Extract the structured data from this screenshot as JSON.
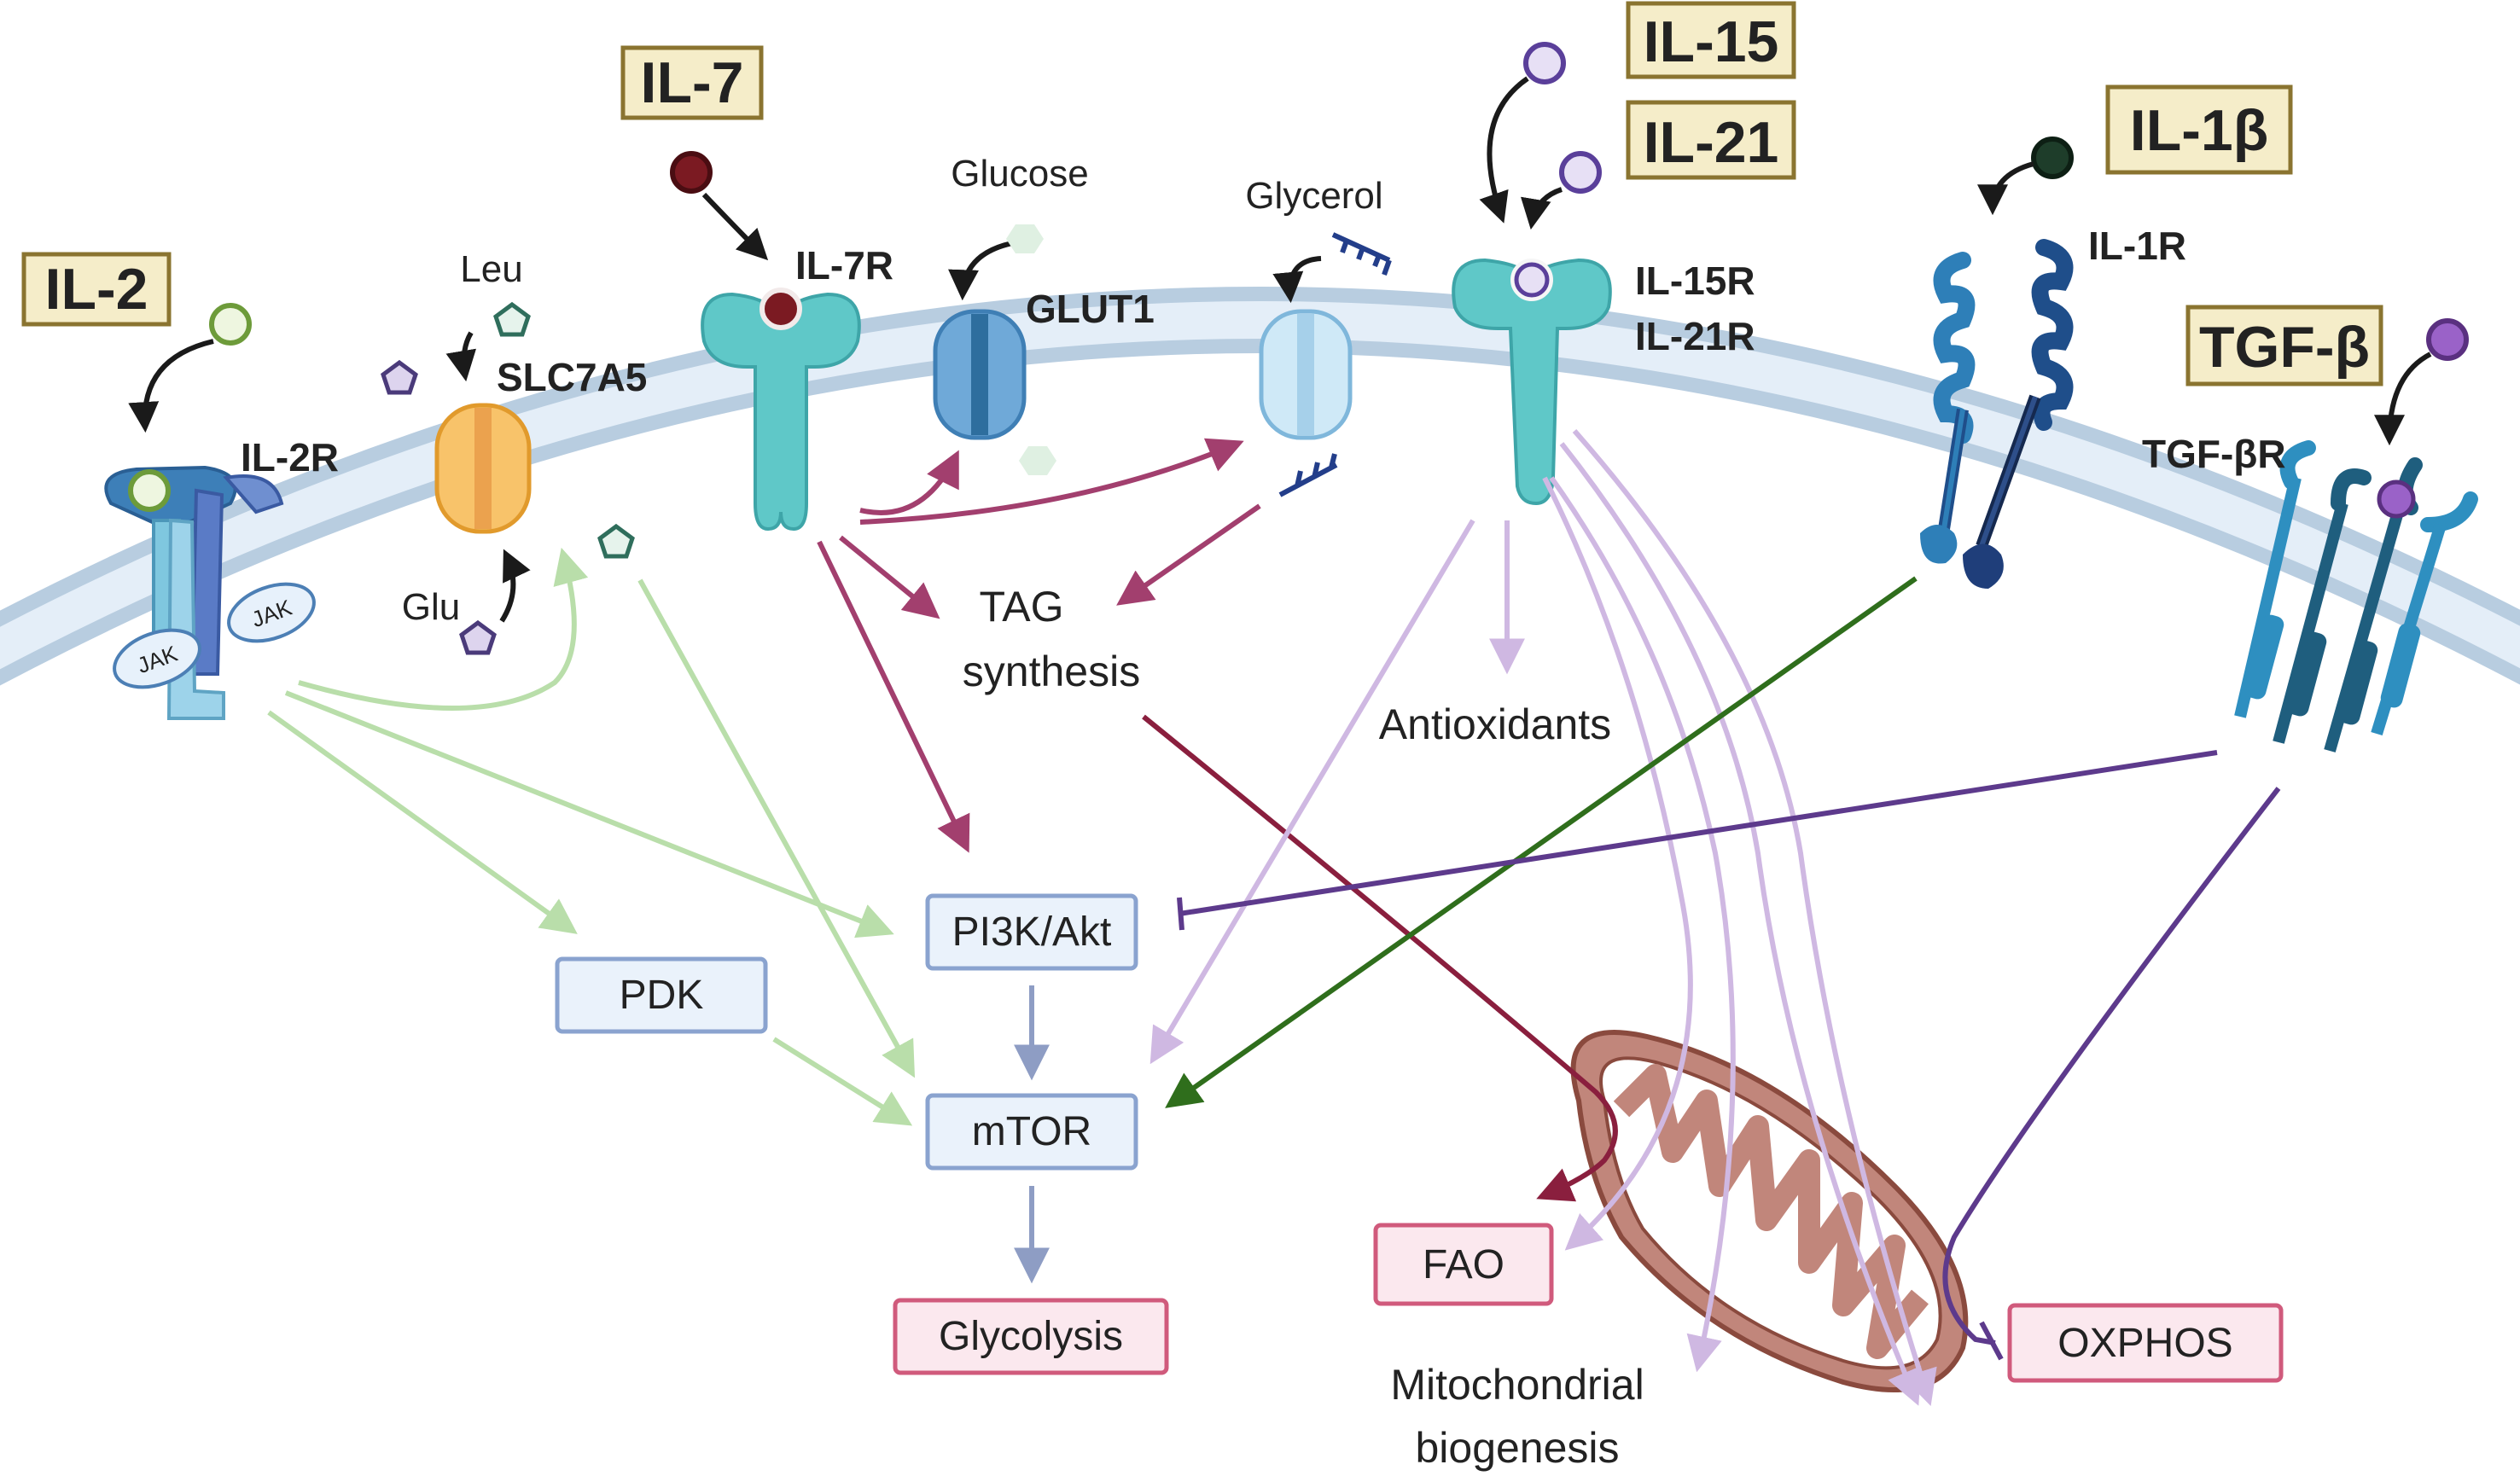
{
  "cytokines": {
    "il2": "IL-2",
    "il7": "IL-7",
    "il15": "IL-15",
    "il21": "IL-21",
    "il1b": "IL-1β",
    "tgfb": "TGF-β"
  },
  "receptors": {
    "il2r": "IL-2R",
    "jak1": "JAK",
    "jak2": "JAK",
    "slc7a5": "SLC7A5",
    "il7r": "IL-7R",
    "glut1": "GLUT1",
    "il15r": "IL-15R",
    "il21r": "IL-21R",
    "il1r": "IL-1R",
    "tgfbr": "TGF-βR"
  },
  "metabolites": {
    "leu": "Leu",
    "glu": "Glu",
    "glucose": "Glucose",
    "glycerol": "Glycerol"
  },
  "processes": {
    "tag_line1": "TAG",
    "tag_line2": "synthesis",
    "antioxidants": "Antioxidants",
    "mito_line1": "Mitochondrial",
    "mito_line2": "biogenesis"
  },
  "nodes": {
    "pdk": "PDK",
    "pi3k": "PI3K/Akt",
    "mtor": "mTOR",
    "glycolysis": "Glycolysis",
    "fao": "FAO",
    "oxphos": "OXPHOS"
  },
  "colors": {
    "il2_pathway": "#b9deaa",
    "il7_pathway": "#a23f6e",
    "il15_pathway": "#cfb8e2",
    "il1_pathway": "#2f6e1c",
    "tgfb_pathway": "#5d3a8c",
    "tag_pathway": "#8a1f3e",
    "core_arrow": "#8e9dc4",
    "membrane": "#b8cde0"
  }
}
